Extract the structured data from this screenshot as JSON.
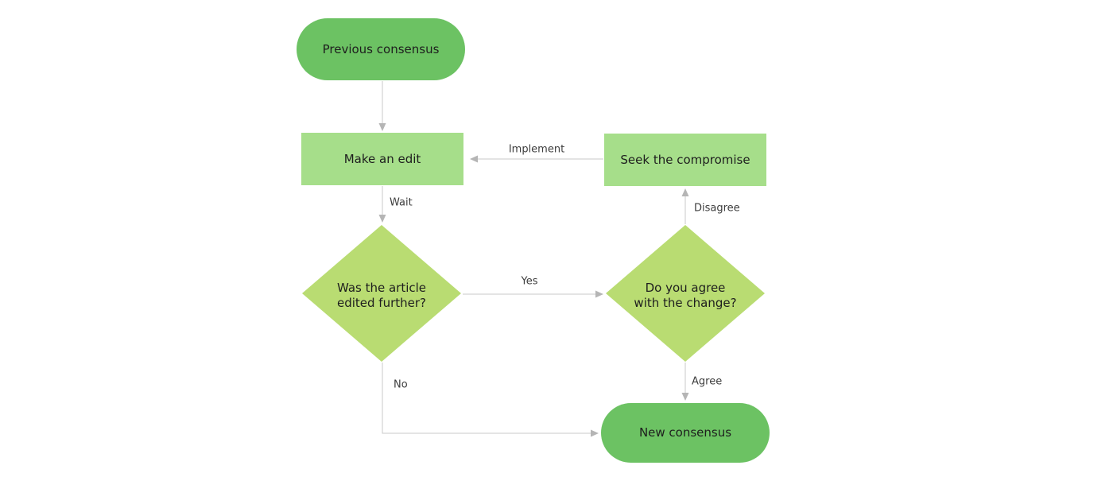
{
  "diagram": {
    "type": "flowchart",
    "nodes": [
      {
        "id": "previous-consensus",
        "shape": "terminator",
        "label": "Previous consensus"
      },
      {
        "id": "make-an-edit",
        "shape": "process",
        "label": "Make an edit"
      },
      {
        "id": "seek-the-compromise",
        "shape": "process",
        "label": "Seek the compromise"
      },
      {
        "id": "was-article-edited",
        "shape": "decision",
        "label": "Was the article edited further?"
      },
      {
        "id": "do-you-agree",
        "shape": "decision",
        "label": "Do you agree with the change?"
      },
      {
        "id": "new-consensus",
        "shape": "terminator",
        "label": "New consensus"
      }
    ],
    "edges": [
      {
        "from": "previous-consensus",
        "to": "make-an-edit",
        "label": ""
      },
      {
        "from": "seek-the-compromise",
        "to": "make-an-edit",
        "label": "Implement"
      },
      {
        "from": "make-an-edit",
        "to": "was-article-edited",
        "label": "Wait"
      },
      {
        "from": "was-article-edited",
        "to": "do-you-agree",
        "label": "Yes"
      },
      {
        "from": "do-you-agree",
        "to": "seek-the-compromise",
        "label": "Disagree"
      },
      {
        "from": "do-you-agree",
        "to": "new-consensus",
        "label": "Agree"
      },
      {
        "from": "was-article-edited",
        "to": "new-consensus",
        "label": "No"
      }
    ],
    "colors": {
      "terminator_fill": "#6cc263",
      "process_fill": "#a6de8a",
      "decision_fill": "#b9dc72",
      "line_color": "#c8c8c8",
      "arrowhead_color": "#b5b5b5",
      "node_text": "#1e1e1e",
      "label_text": "#3d3d3d"
    }
  }
}
